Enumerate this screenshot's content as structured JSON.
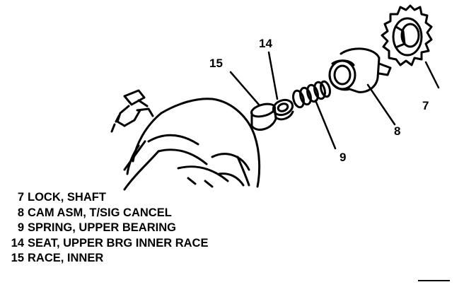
{
  "callouts": [
    {
      "id": "7",
      "text": "7"
    },
    {
      "id": "8",
      "text": "8"
    },
    {
      "id": "9",
      "text": "9"
    },
    {
      "id": "14",
      "text": "14"
    },
    {
      "id": "15",
      "text": "15"
    }
  ],
  "legend": [
    {
      "num": "7",
      "label": "LOCK, SHAFT"
    },
    {
      "num": "8",
      "label": "CAM ASM, T/SIG CANCEL"
    },
    {
      "num": "9",
      "label": "SPRING, UPPER BEARING"
    },
    {
      "num": "14",
      "label": "SEAT, UPPER BRG INNER RACE"
    },
    {
      "num": "15",
      "label": "RACE, INNER"
    }
  ],
  "colors": {
    "ink": "#000000",
    "paper": "#ffffff"
  }
}
